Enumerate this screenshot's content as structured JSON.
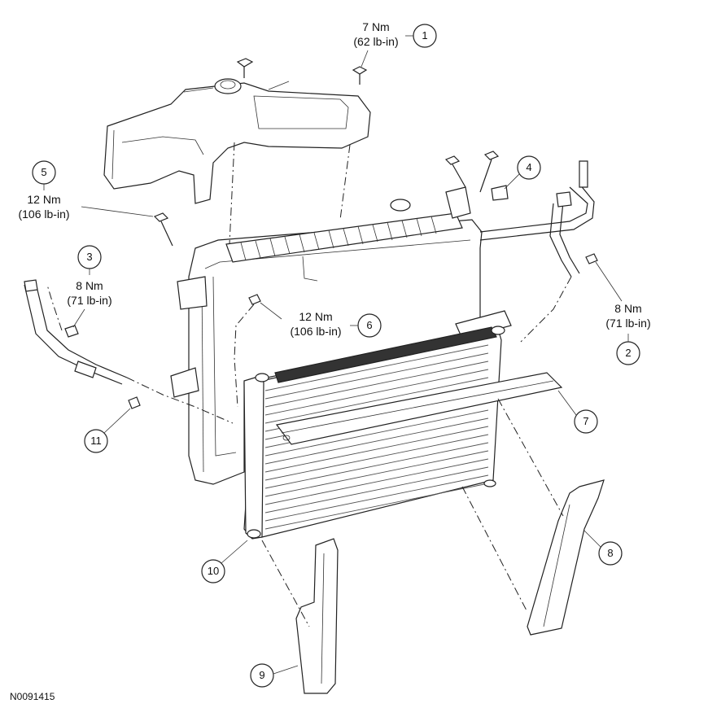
{
  "figure_id": "N0091415",
  "callouts": [
    {
      "num": "1",
      "torque_nm": "7 Nm",
      "torque_imp": "(62 lb-in)"
    },
    {
      "num": "2",
      "torque_nm": "8 Nm",
      "torque_imp": "(71 lb-in)"
    },
    {
      "num": "3",
      "torque_nm": "8 Nm",
      "torque_imp": "(71 lb-in)"
    },
    {
      "num": "4"
    },
    {
      "num": "5",
      "torque_nm": "12 Nm",
      "torque_imp": "(106 lb-in)"
    },
    {
      "num": "6",
      "torque_nm": "12 Nm",
      "torque_imp": "(106 lb-in)"
    },
    {
      "num": "7"
    },
    {
      "num": "8"
    },
    {
      "num": "9"
    },
    {
      "num": "10"
    },
    {
      "num": "11"
    }
  ]
}
